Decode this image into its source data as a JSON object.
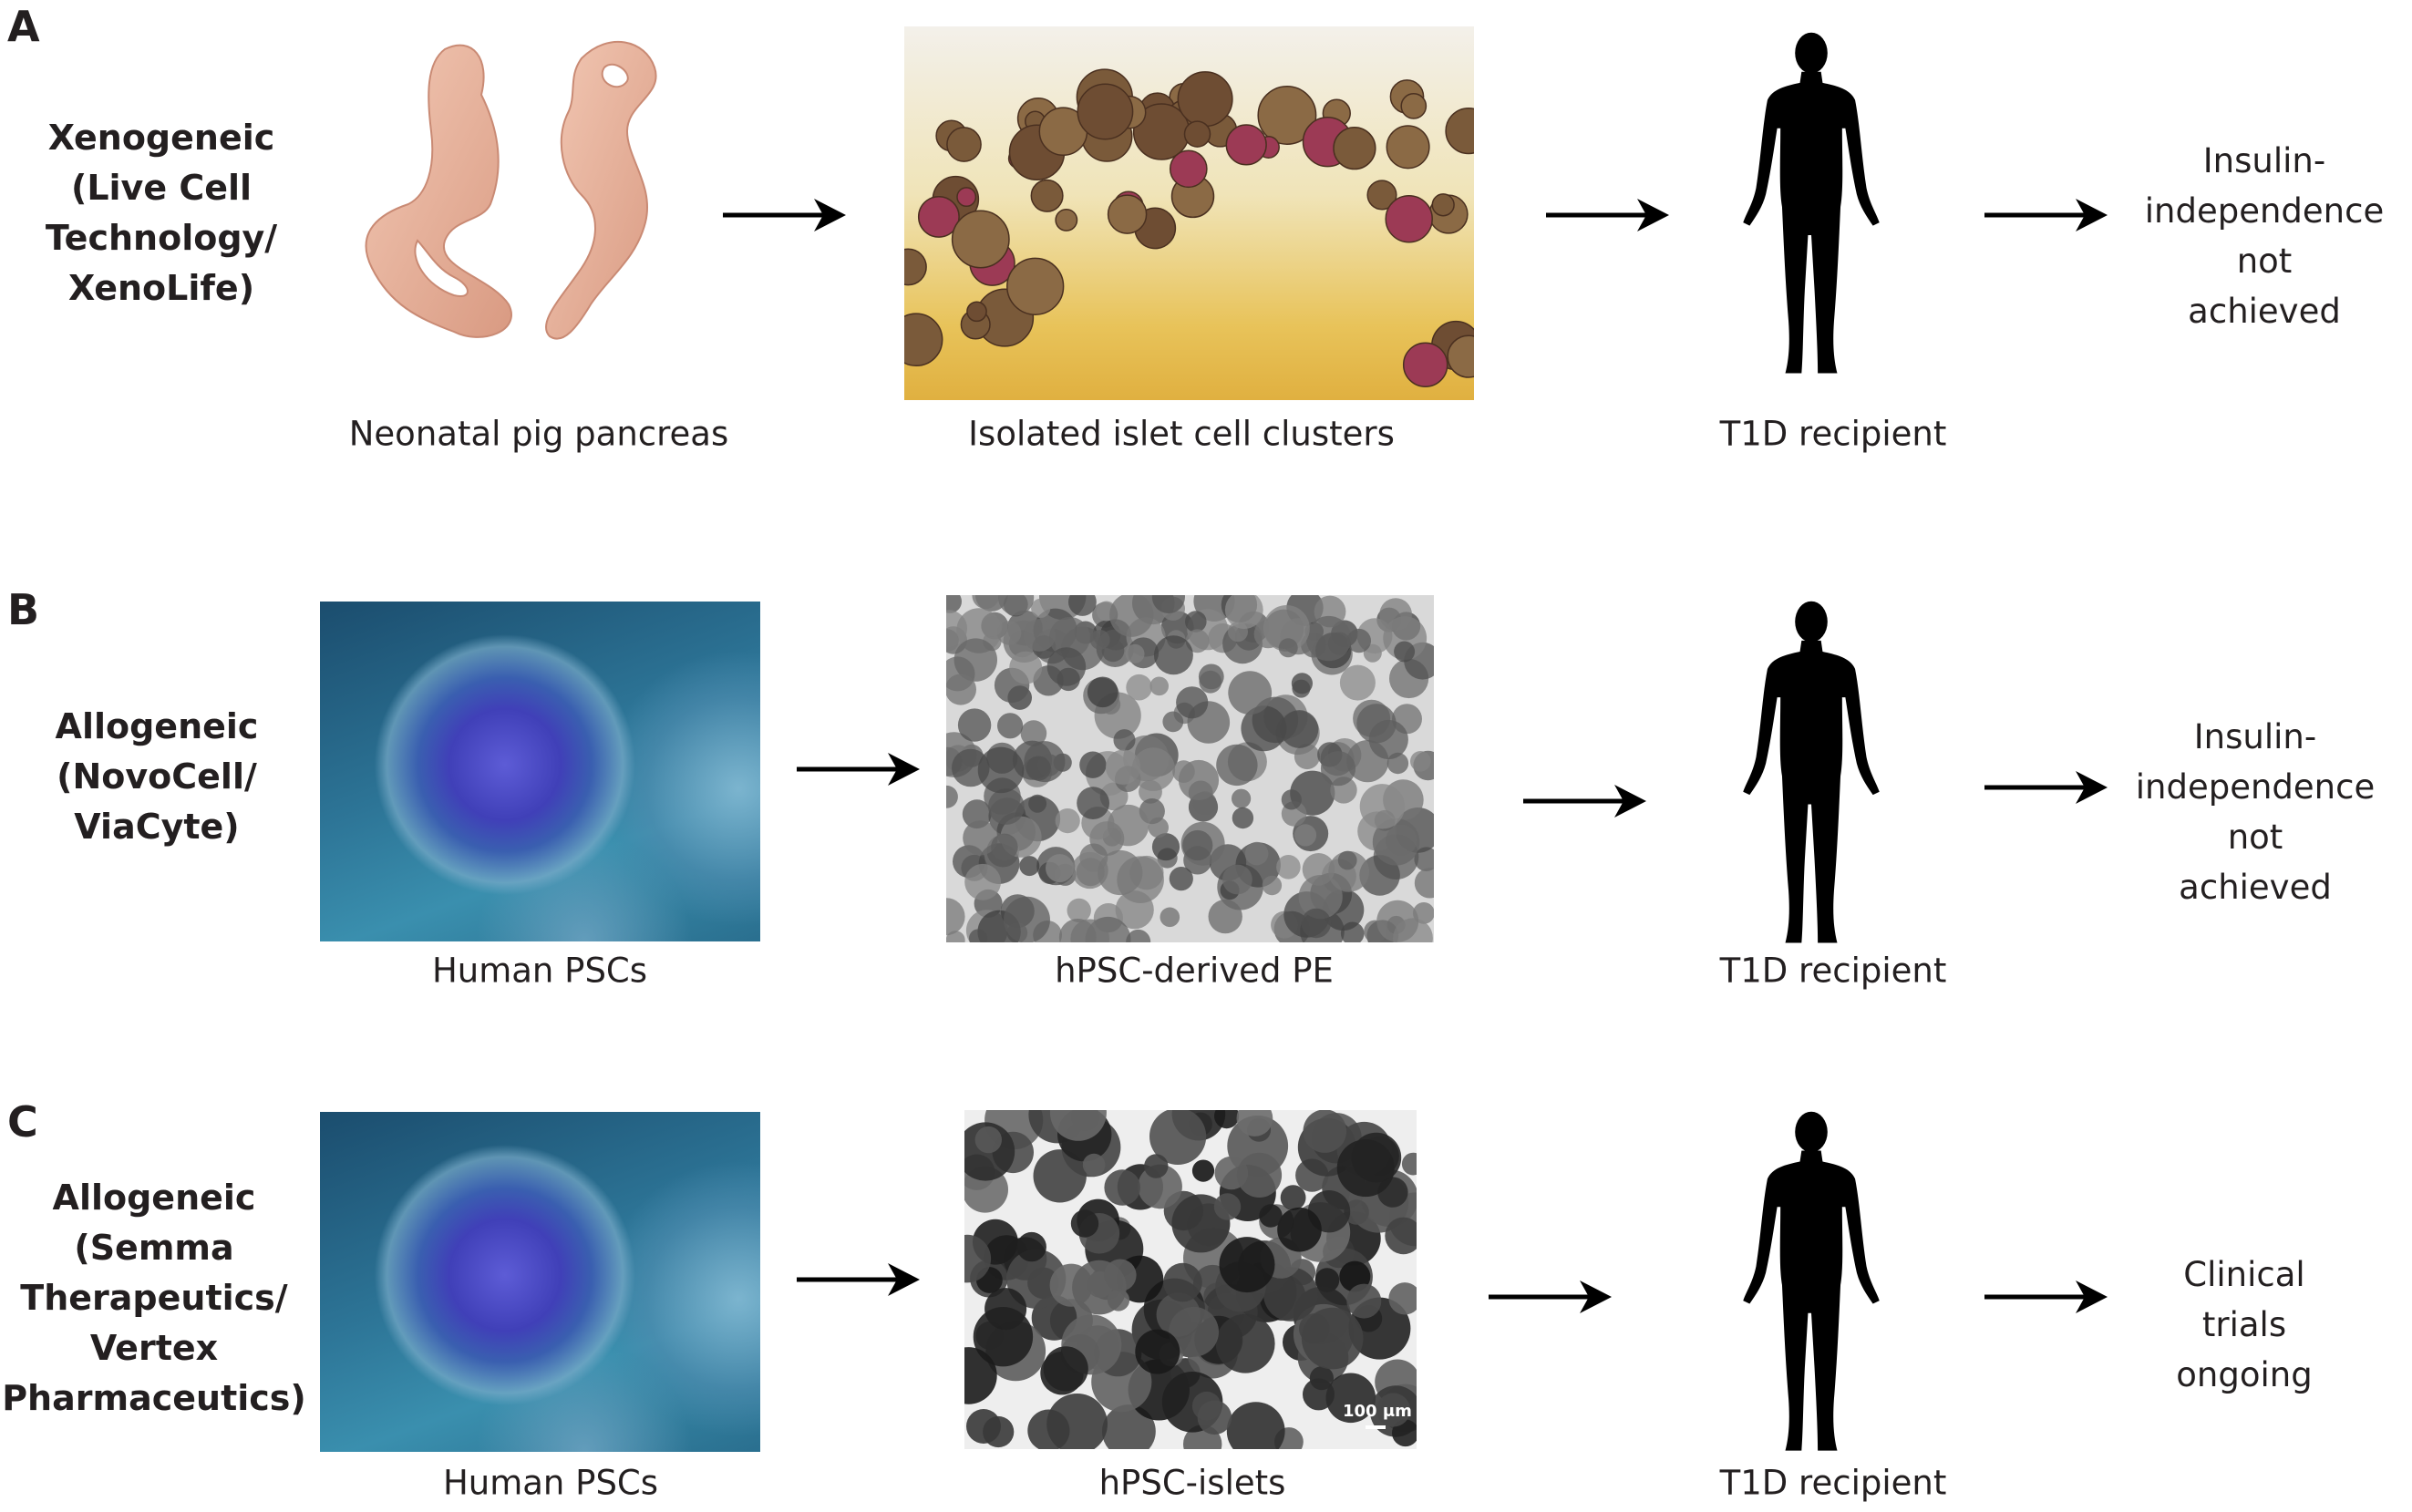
{
  "panels": [
    {
      "letter": "A",
      "label": "Xenogeneic\n(Live Cell\nTechnology/\nXenoLife)",
      "source_caption": "Neonatal pig pancreas",
      "product_caption": "Isolated islet cell clusters",
      "recipient_caption": "T1D recipient",
      "outcome": "Insulin-\nindependence not\nachieved"
    },
    {
      "letter": "B",
      "label": "Allogeneic\n(NovoCell/\nViaCyte)",
      "source_caption": "Human PSCs",
      "product_caption": "hPSC-derived PE",
      "recipient_caption": "T1D recipient",
      "outcome": "Insulin-\nindependence not\nachieved"
    },
    {
      "letter": "C",
      "label": "Allogeneic\n(Semma\nTherapeutics/\nVertex\nPharmaceutics)",
      "source_caption": "Human PSCs",
      "product_caption": "hPSC-islets",
      "recipient_caption": "T1D recipient",
      "outcome": "Clinical trials\nongoing",
      "scale_bar": "100 μm"
    }
  ],
  "colors": {
    "text": "#231f20",
    "silhouette": "#000000"
  }
}
